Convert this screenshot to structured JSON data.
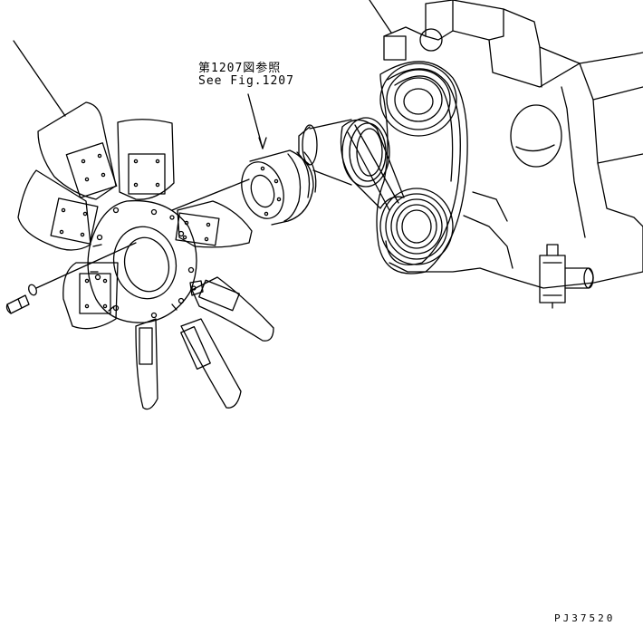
{
  "callout": {
    "ref_jp": "第1207図参照",
    "ref_en": "See Fig.1207"
  },
  "part_id": "PJ37520",
  "colors": {
    "line": "#000000",
    "background": "#ffffff"
  }
}
